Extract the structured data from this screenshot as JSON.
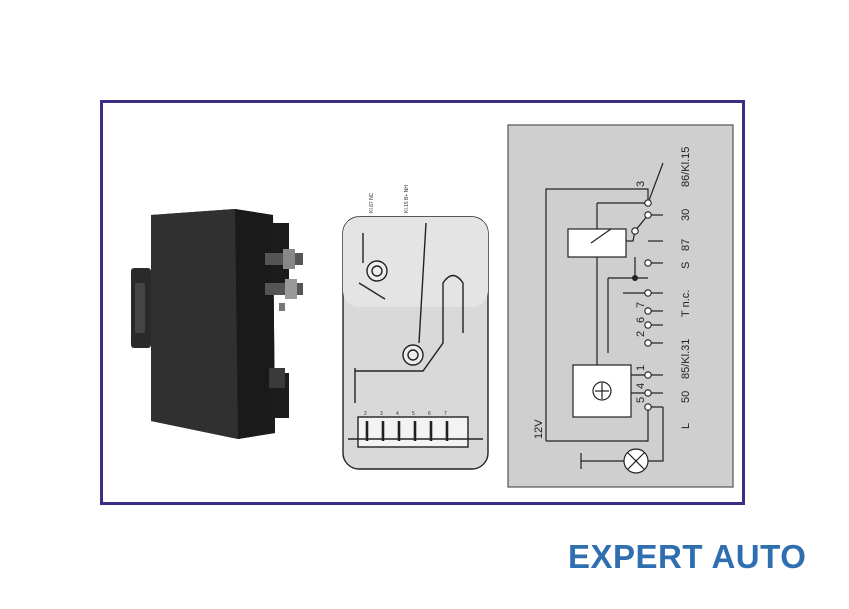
{
  "brand": {
    "name": "EXPERT AUTO",
    "color": "#2f6fb0"
  },
  "frame_color": "#3a2f86",
  "pin_face": {
    "pins": [
      "2",
      "3",
      "4",
      "5",
      "6",
      "7"
    ]
  },
  "schematic": {
    "terminal_numbers": [
      "3",
      "2",
      "6",
      "7",
      "1",
      "5",
      "4"
    ],
    "terminal_labels": [
      "86/Kl.15",
      "30",
      "87",
      "S",
      "T n.c.",
      "85/Kl.31",
      "50",
      "L"
    ],
    "supply_label": "12V"
  }
}
